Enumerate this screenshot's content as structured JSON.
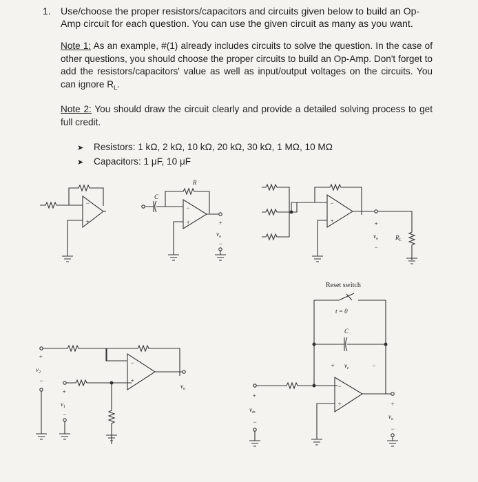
{
  "question": {
    "number": "1.",
    "text": "Use/choose the proper resistors/capacitors and circuits given below to build an Op-Amp circuit for each question. You can use the given circuit as many as you want."
  },
  "note1": {
    "label": "Note 1:",
    "text": " As an example, #(1) already includes circuits to solve the question. In the case of other questions, you should choose the proper circuits to build an Op-Amp. Don't forget to add the resistors/capacitors' value as well as input/output voltages on the circuits. You can ignore R",
    "sub": "L",
    "end": "."
  },
  "note2": {
    "label": "Note 2:",
    "text": " You should draw the circuit clearly and provide a detailed solving process to get full credit."
  },
  "components": {
    "resistors": "Resistors: 1 kΩ, 2 kΩ, 10 kΩ, 20 kΩ, 30 kΩ, 1 MΩ, 10 MΩ",
    "capacitors": "Capacitors: 1 μF, 10 μF"
  },
  "diagram_labels": {
    "r": "R",
    "c": "C",
    "vo": "v",
    "vo_sub": "o",
    "rl": "R",
    "rl_sub": "L",
    "reset": "Reset switch",
    "t0": "t = 0",
    "vc": "v",
    "vc_sub": "c",
    "v1": "v",
    "v1_sub": "1",
    "v2": "v",
    "v2_sub": "2",
    "vin": "v",
    "vin_sub": "in",
    "plus": "+",
    "minus": "−"
  }
}
